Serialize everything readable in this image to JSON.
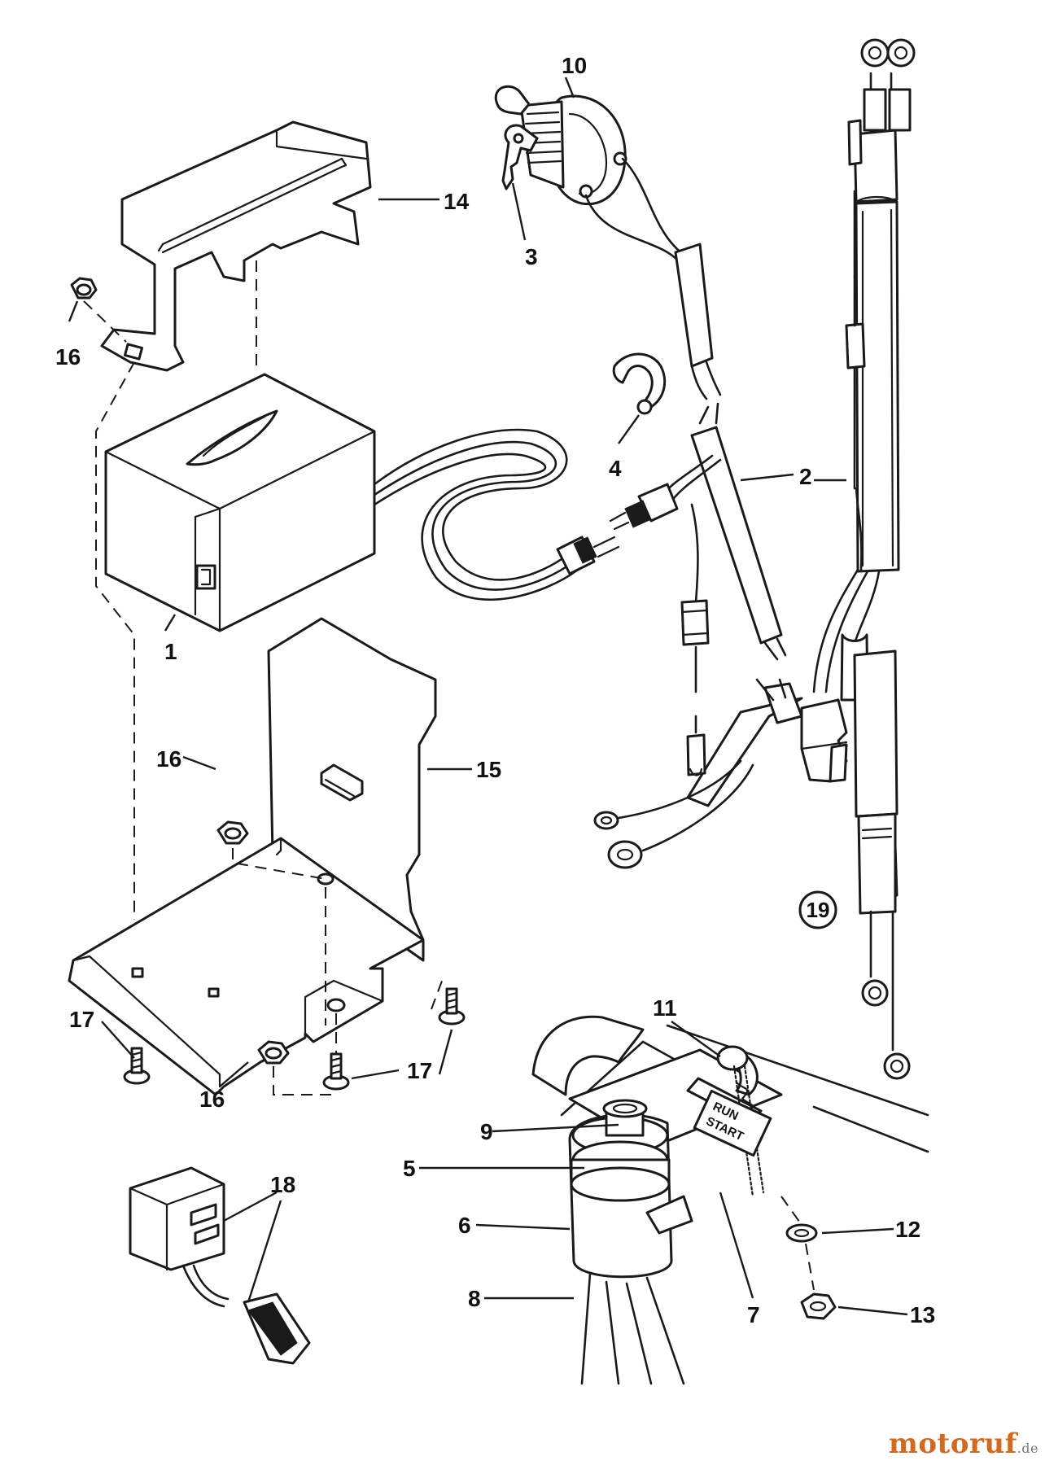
{
  "callouts": {
    "c1": "1",
    "c2": "2",
    "c3": "3",
    "c4": "4",
    "c5": "5",
    "c6": "6",
    "c7": "7",
    "c8": "8",
    "c9": "9",
    "c10": "10",
    "c11": "11",
    "c12": "12",
    "c13": "13",
    "c14": "14",
    "c15": "15",
    "c16a": "16",
    "c16b": "16",
    "c16c": "16",
    "c17a": "17",
    "c17b": "17",
    "c18": "18"
  },
  "circled_label": "19",
  "decal": {
    "line1": "RUN",
    "line2": "START"
  },
  "watermark": {
    "name": "motoruf",
    "tld": ".de"
  }
}
